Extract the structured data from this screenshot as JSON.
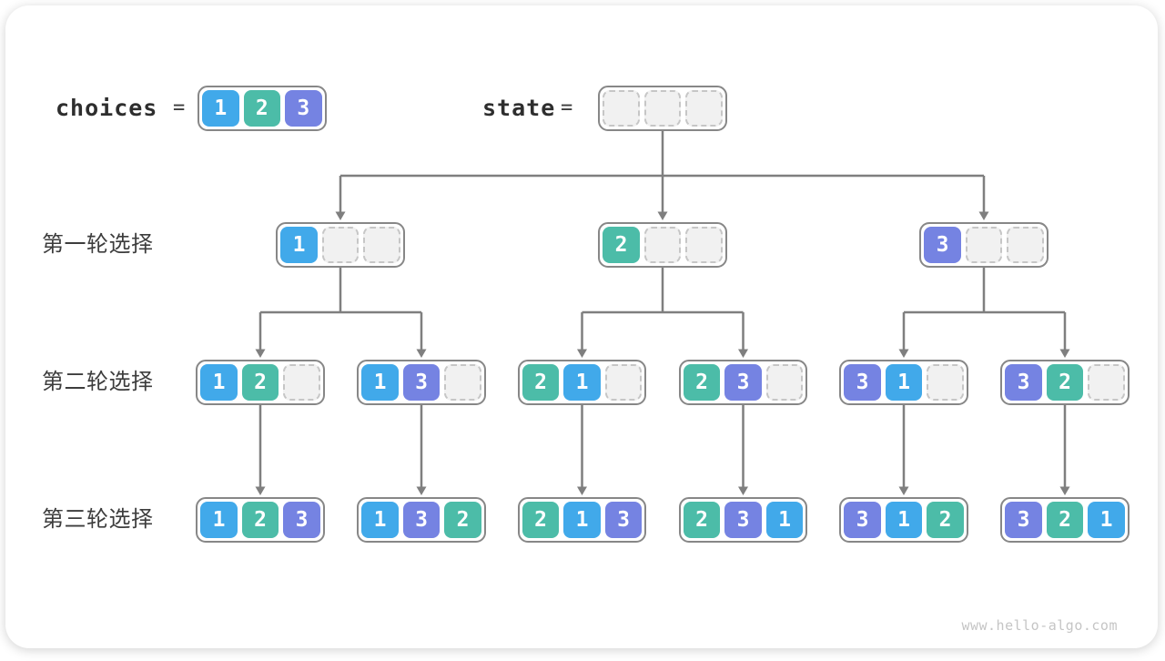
{
  "header": {
    "choices_label": "choices",
    "equals": "=",
    "choices_cells": [
      1,
      2,
      3
    ],
    "state_label": "state",
    "state_cells": [
      null,
      null,
      null
    ]
  },
  "rows": [
    {
      "label": "第一轮选择"
    },
    {
      "label": "第二轮选择"
    },
    {
      "label": "第三轮选择"
    }
  ],
  "levels": {
    "level1": [
      [
        1,
        null,
        null
      ],
      [
        2,
        null,
        null
      ],
      [
        3,
        null,
        null
      ]
    ],
    "level2": [
      [
        1,
        2,
        null
      ],
      [
        1,
        3,
        null
      ],
      [
        2,
        1,
        null
      ],
      [
        2,
        3,
        null
      ],
      [
        3,
        1,
        null
      ],
      [
        3,
        2,
        null
      ]
    ],
    "level3": [
      [
        1,
        2,
        3
      ],
      [
        1,
        3,
        2
      ],
      [
        2,
        1,
        3
      ],
      [
        2,
        3,
        1
      ],
      [
        3,
        1,
        2
      ],
      [
        3,
        2,
        1
      ]
    ]
  },
  "palette": {
    "1": "#41a9ea",
    "2": "#4cbca8",
    "3": "#7583e2",
    "empty_fill": "#f1f1f1",
    "connector": "#7f7f7f",
    "box_border": "#878787"
  },
  "watermark": "www.hello-algo.com"
}
